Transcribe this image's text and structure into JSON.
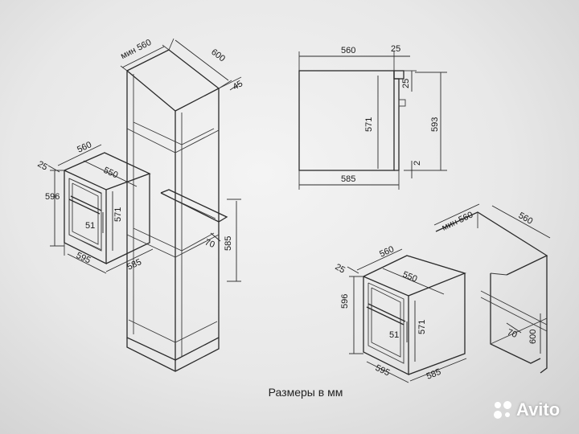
{
  "caption": "Размеры в мм",
  "watermark": "Avito",
  "colors": {
    "line": "#2a2a2a",
    "background": "#ececec"
  },
  "tall_cabinet": {
    "min_width": "мин 560",
    "depth": "600",
    "gap": "45",
    "vent": "70",
    "niche_height": "585"
  },
  "oven_left": {
    "width_front": "560",
    "depth_top": "25",
    "height": "596",
    "inner_width": "550",
    "inner_height": "571",
    "handle": "51",
    "width_bottom": "595",
    "depth_bottom": "585"
  },
  "side_view": {
    "width": "560",
    "top_offset": "25",
    "top_height": "25",
    "height_inner": "571",
    "height_total": "593",
    "bottom_gap": "2",
    "depth": "585"
  },
  "under_counter": {
    "min_width": "мин 560",
    "width": "560",
    "vent": "70",
    "depth": "600"
  },
  "oven_right": {
    "width_front": "560",
    "depth_top": "25",
    "height": "596",
    "inner_width": "550",
    "inner_height": "571",
    "handle": "51",
    "width_bottom": "595",
    "depth_bottom": "585"
  }
}
